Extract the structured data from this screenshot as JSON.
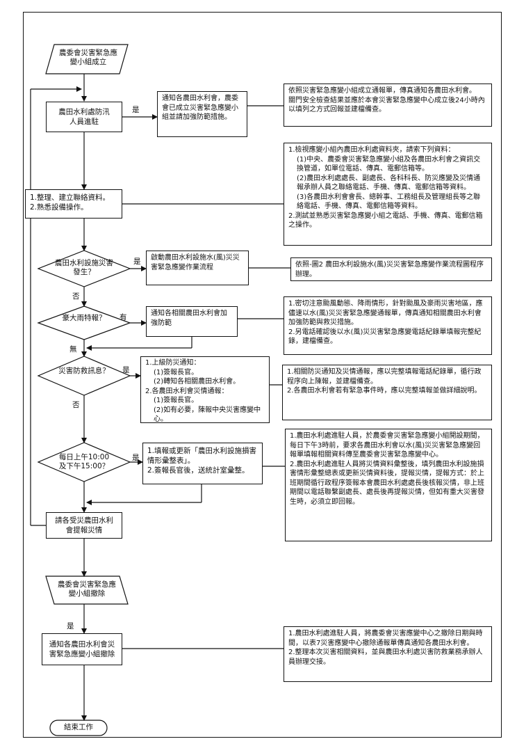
{
  "nodes": {
    "start": "農委會災害緊急應變小組成立",
    "staff": "農田水利處防汛人員進駐",
    "notify1": "通知各農田水利會，農委會已成立災害緊急應變小組並請加強防範措施。",
    "prepare": [
      "1.整理、建立聯絡資料。",
      "2.熟悉設備操作。"
    ],
    "d_disaster": "農田水利設施災害發生？",
    "activate": "啟動農田水利設施水(風)災災害緊急應變作業流程",
    "d_rain": "豪大雨特報？",
    "notify_rain": "通知各相關農田水利會加強防範",
    "d_report": "災害防救訊息？",
    "report_box": [
      "1.上級防災通知：",
      "(1)簽報長官。",
      "(2)轉知各相關農田水利會。",
      "2.各農田水利會災情通報：",
      "(1)簽報長官。",
      "(2)如有必要，陳報中央災害應變中心。"
    ],
    "d_time": "每日上午10:00及下午15:00？",
    "update_box": [
      "1.填報或更新「農田水利設施損害情形彙整表」。",
      "2.簽報長官後，送統計室彙整。"
    ],
    "request": "請各受災農田水利會提報災情",
    "dismiss": "農委會災害緊急應變小組撤除",
    "notify_end": "通知各農田水利會災害緊急應變小組撤除",
    "end": "結束工作"
  },
  "notes": {
    "n1": [
      "依照災害緊急應變小組成立通報單，傳真通知各農田水利會。",
      "關門安全檢查結果並應於本會災害緊急應變中心成立後24小時內以填列之方式回報並建檔備查。"
    ],
    "n2": [
      "1.檢視應變小組內農田水利處資料夾，請索下列資料：",
      "(1)中央、農委會災害緊急應變小組及各農田水利會之資訊交換管道，如單位電話、傳真、電郵信箱等。",
      "(2)農田水利處處長、副處長、各科科長、防災應變及災情通報承辦人員之聯絡電話、手機、傳真、電郵信箱等資料。",
      "(3)各農田水利會會長、總幹事、工務組長及管理組長等之聯絡電話、手機、傳真、電郵信箱等資料。",
      "2.測試並熟悉災害緊急應變小組之電話、手機、傳真、電郵信箱之操作。"
    ],
    "n3": [
      "依照-圖2 農田水利設施水(風)災災害緊急應變作業流程圖程序辦理。"
    ],
    "n4": [
      "1.密切注意颱風動態、降雨情形，針對颱風及豪雨災害地區，應儘速以水(風)災災害緊急應變通報單，傳真通知相關農田水利會加強防範與救災措施。",
      "2.另電話確認後以水(風)災災害緊急應變電話紀錄單填報完整紀錄，建檔備查。"
    ],
    "n5": [
      "1.相關防災通知及災情通報，應以完整填報電話紀錄單，循行政程序向上陳報，並建檔備查。",
      "2.各農田水利會若有緊急事件時，應以完整填報並做詳細說明。"
    ],
    "n6": [
      "1.農田水利處進駐人員，於農委會災害緊急應變小組開設期間，每日下午3時前，要求各農田水利會以水(風)災災害緊急應變回報單填報相關資料傳至農委會災害緊急應變中心。",
      "2.農田水利處進駐人員將災情資料彙整後，填列農田水利設施損害情形彙整總表或更新災情資料後，提報災情，提報方式：於上班期間循行政程序簽報本會農田水利處處長後核報災情，非上班期間以電話聯繫副處長、處長後再提報災情，但如有重大災害發生時，必須立即回報。"
    ],
    "n7": [
      "1.農田水利處進駐人員，將農委會災害應變中心之撤除日期與時間，以表7災害應變中心撤除通報單傳真通知各農田水利會。",
      "2.整理本次災害相關資料，並與農田水利處災害防救業務承辦人員辦理交接。"
    ]
  },
  "labels": {
    "yes": "是",
    "no": "否",
    "has": "有",
    "none": "無"
  }
}
